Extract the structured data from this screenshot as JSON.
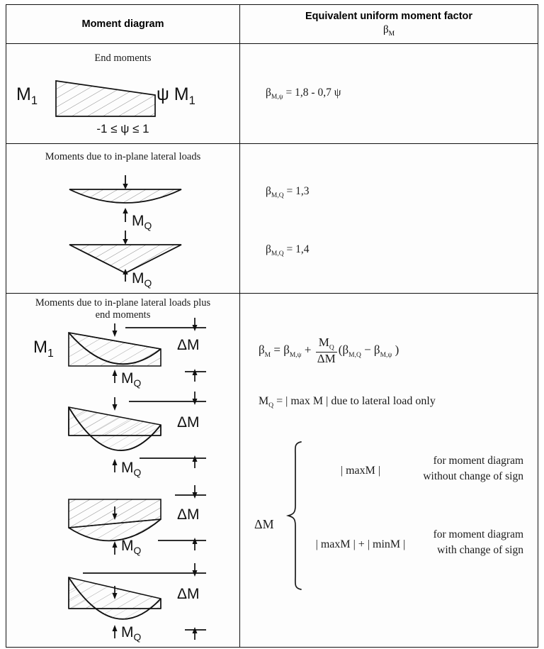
{
  "table": {
    "headers": {
      "left": "Moment diagram",
      "right_line1": "Equivalent uniform moment factor",
      "right_symbol": "β",
      "right_symbol_sub": "M"
    },
    "rows": [
      {
        "id": "end-moments",
        "caption": "End moments",
        "diagram_labels": {
          "left_moment": "M",
          "left_moment_sub": "1",
          "right_moment": "ψ M",
          "right_moment_sub": "1",
          "range": "-1 ≤ ψ ≤ 1"
        },
        "formulas": [
          {
            "id": "beta-m-psi",
            "text": "β",
            "sub": "M,ψ",
            "rest": " = 1,8 - 0,7 ψ"
          }
        ]
      },
      {
        "id": "lateral-loads",
        "caption": "Moments due to in-plane lateral loads",
        "diagrams": [
          {
            "id": "udl-parabola",
            "label": "M",
            "label_sub": "Q"
          },
          {
            "id": "point-load-triangle",
            "label": "M",
            "label_sub": "Q"
          }
        ],
        "formulas": [
          {
            "id": "beta-m-q-13",
            "text": "β",
            "sub": "M,Q",
            "rest": " = 1,3"
          },
          {
            "id": "beta-m-q-14",
            "text": "β",
            "sub": "M,Q",
            "rest": " = 1,4"
          }
        ]
      },
      {
        "id": "lateral-plus-end",
        "caption_line1": "Moments due to in-plane lateral loads plus",
        "caption_line2": "end moments",
        "diagrams": [
          {
            "id": "combo-1",
            "left_label": "M",
            "left_label_sub": "1",
            "mq": "M",
            "mq_sub": "Q",
            "delta": "ΔM"
          },
          {
            "id": "combo-2",
            "mq": "M",
            "mq_sub": "Q",
            "delta": "ΔM"
          },
          {
            "id": "combo-3",
            "mq": "M",
            "mq_sub": "Q",
            "delta": "ΔM"
          },
          {
            "id": "combo-4",
            "mq": "M",
            "mq_sub": "Q",
            "delta": "ΔM"
          }
        ],
        "main_formula": {
          "beta": "β",
          "beta_sub": "M",
          "eq": " = ",
          "beta2": "β",
          "beta2_sub": "M,ψ",
          "plus": " + ",
          "num": "M",
          "num_sub": "Q",
          "den": "ΔM",
          "open": "(",
          "b3": "β",
          "b3_sub": "M,Q",
          "minus": " − ",
          "b4": "β",
          "b4_sub": "M,ψ",
          "close": " )"
        },
        "mq_definition": {
          "lhs": "M",
          "lhs_sub": "Q",
          "rhs": " = | max M | due to lateral load only"
        },
        "delta_m_block": {
          "label": "ΔM",
          "cases": [
            {
              "value": "| maxM |",
              "condition_line1": "for moment diagram",
              "condition_line2": "without change of sign"
            },
            {
              "value": "| maxM | + | minM |",
              "condition_line1": "for moment diagram",
              "condition_line2": "with change of sign"
            }
          ]
        }
      }
    ]
  },
  "colors": {
    "border": "#111111",
    "text": "#1b1b1b",
    "hatch": "#7a7a7a",
    "background": "#fdfdfd"
  }
}
